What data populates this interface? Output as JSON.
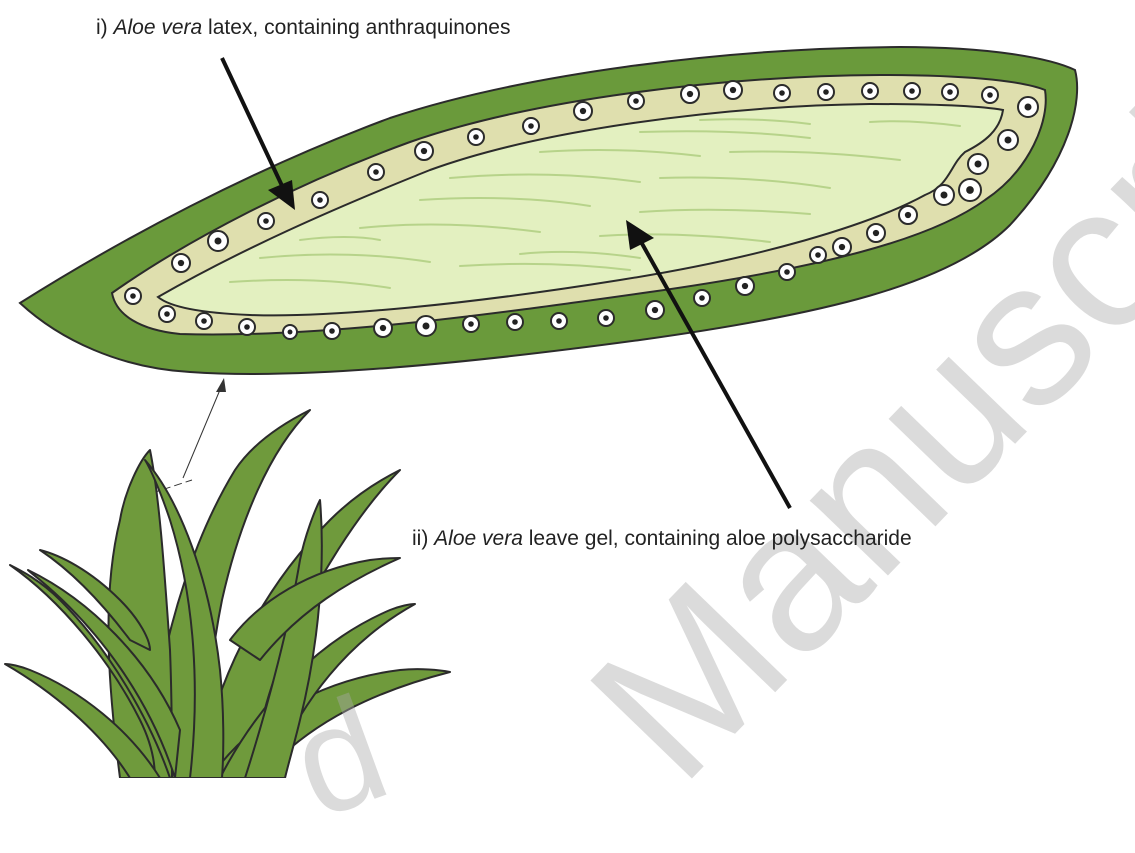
{
  "labels": {
    "latex_prefix": "i) ",
    "latex_species": "Aloe vera",
    "latex_rest": " latex, containing anthraquinones",
    "gel_prefix": "ii) ",
    "gel_species": "Aloe vera",
    "gel_rest": " leave gel, containing aloe polysaccharide"
  },
  "watermark": {
    "text": "Manuscript",
    "bottom_text": "d"
  },
  "colors": {
    "rind": "#6a9a3b",
    "latex_layer": "#dfdfae",
    "gel": "#e3f0c0",
    "gel_fibers": "#b7d38a",
    "outline": "#2b2b2b",
    "plant_leaves": "#6f9a3c",
    "watermark": "#aaaaaa"
  }
}
